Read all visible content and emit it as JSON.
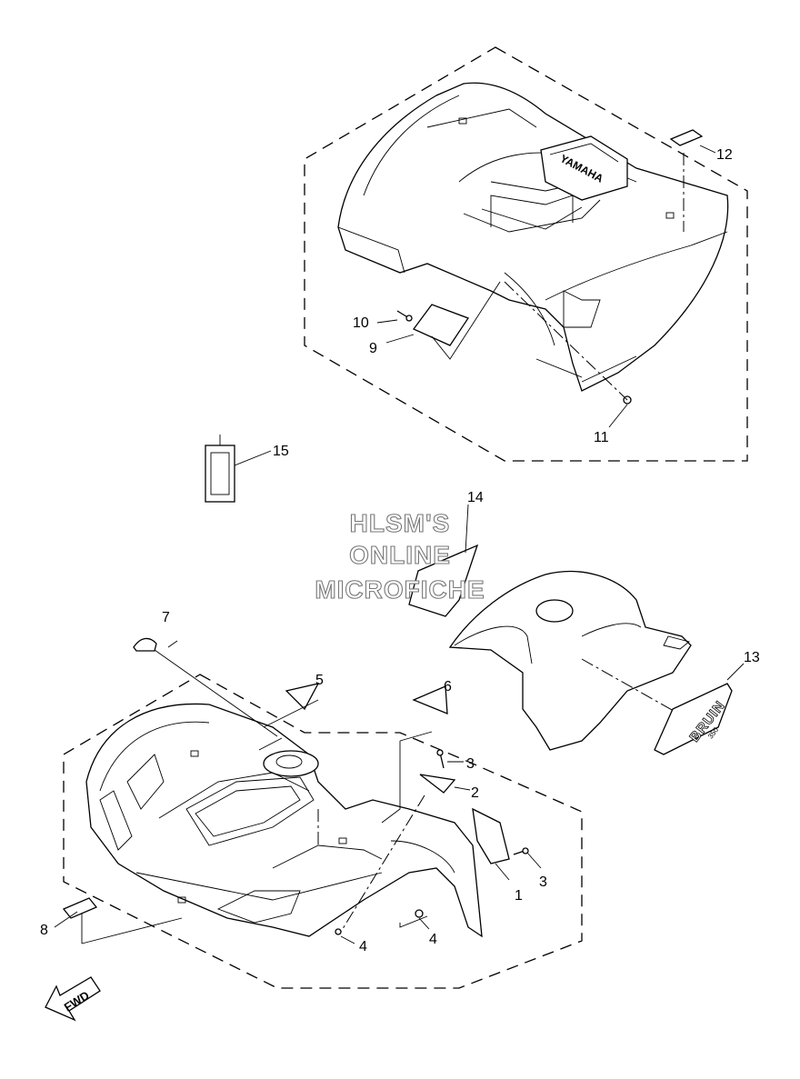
{
  "watermark": [
    "HLSM'S",
    "ONLINE",
    "MICROFICHE"
  ],
  "direction_label": "FWD",
  "brand_text": "YAMAHA",
  "model_decal_text": "BRUIN",
  "model_decal_sub": "350",
  "callouts": {
    "c1": "1",
    "c2": "2",
    "c3a": "3",
    "c3b": "3",
    "c4a": "4",
    "c4b": "4",
    "c5": "5",
    "c6": "6",
    "c7": "7",
    "c8": "8",
    "c9": "9",
    "c10": "10",
    "c11": "11",
    "c12": "12",
    "c13": "13",
    "c14": "14",
    "c15": "15"
  }
}
